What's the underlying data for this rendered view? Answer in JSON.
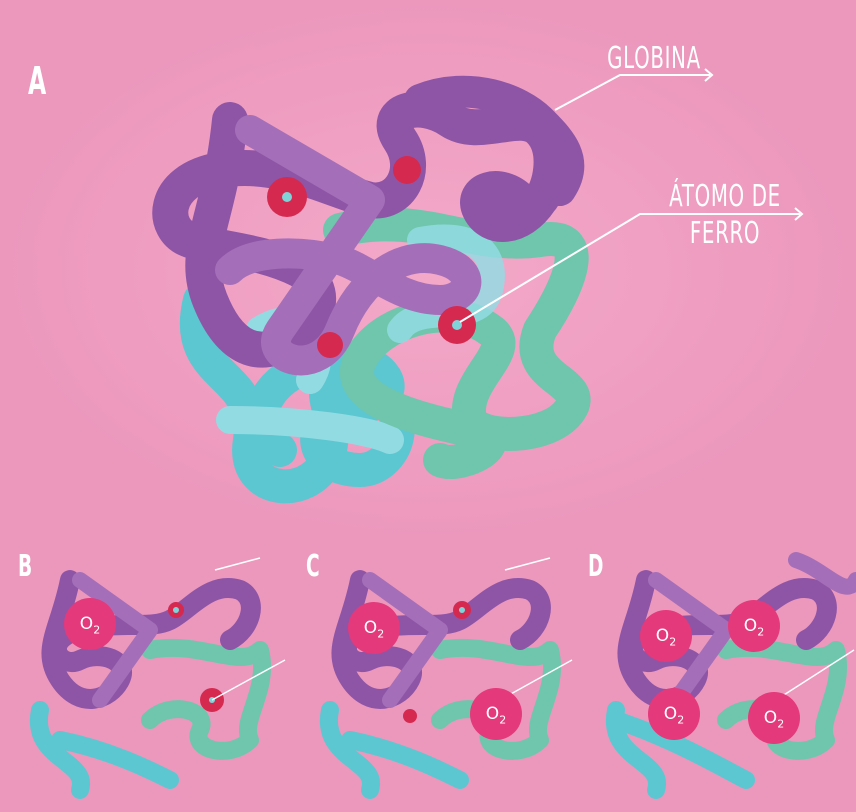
{
  "colors": {
    "background": "#ec98bd",
    "purple": "#8e55a6",
    "purple_light": "#a46fb8",
    "teal": "#5cc7d0",
    "teal_light": "#93dbe3",
    "green": "#6fc6ad",
    "heme": "#d6294f",
    "iron_atom": "#7fd4da",
    "oxygen": "#e4397b",
    "label": "#ffffff"
  },
  "panels": {
    "a": {
      "letter": "A"
    },
    "b": {
      "letter": "B"
    },
    "c": {
      "letter": "C"
    },
    "d": {
      "letter": "D"
    }
  },
  "callouts": {
    "globin": "GLOBINA",
    "iron_line1": "ÁTOMO DE",
    "iron_line2": "FERRO"
  },
  "oxygen": {
    "base": "O",
    "subscript": "2"
  },
  "oxygen_bound_count": {
    "a": 0,
    "b": 1,
    "c": 2,
    "d": 4
  }
}
